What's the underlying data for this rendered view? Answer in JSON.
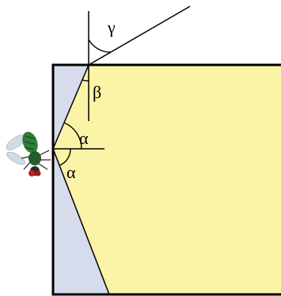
{
  "colors": {
    "background": "#ffffff",
    "glass": "#fbf4a6",
    "shadow_region": "#d6dcec",
    "lines": "#000000",
    "fly_body": "#2f7d3a",
    "fly_eye": "#c21f1f",
    "fly_wing": "#c8d6df"
  },
  "labels": {
    "gamma": "γ",
    "beta": "β",
    "alpha_upper": "α",
    "alpha_lower": "α"
  },
  "icons": {
    "fly": "fly-icon"
  }
}
